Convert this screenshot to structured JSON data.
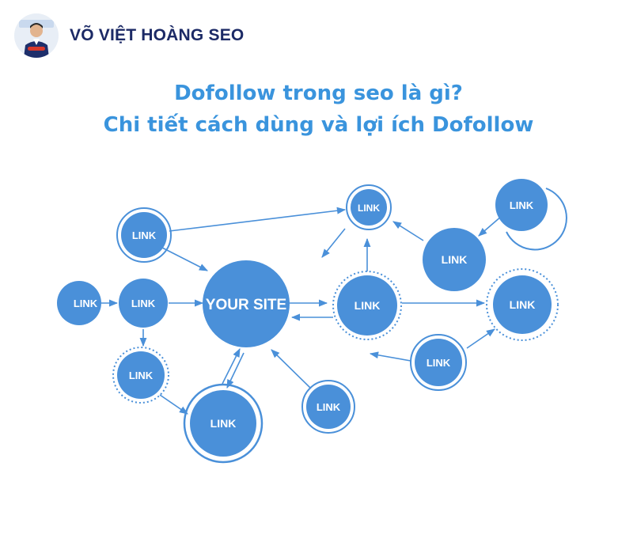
{
  "brand": {
    "name": "VÕ VIỆT HOÀNG SEO"
  },
  "title": {
    "line1": "Dofollow trong seo là gì?",
    "line2": "Chi tiết cách dùng và lợi ích Dofollow"
  },
  "diagram": {
    "center_label": "YOUR SITE",
    "node_label": "LINK",
    "colors": {
      "node": "#4a90d9",
      "title": "#3a94dd",
      "brand": "#1c2a66"
    }
  }
}
